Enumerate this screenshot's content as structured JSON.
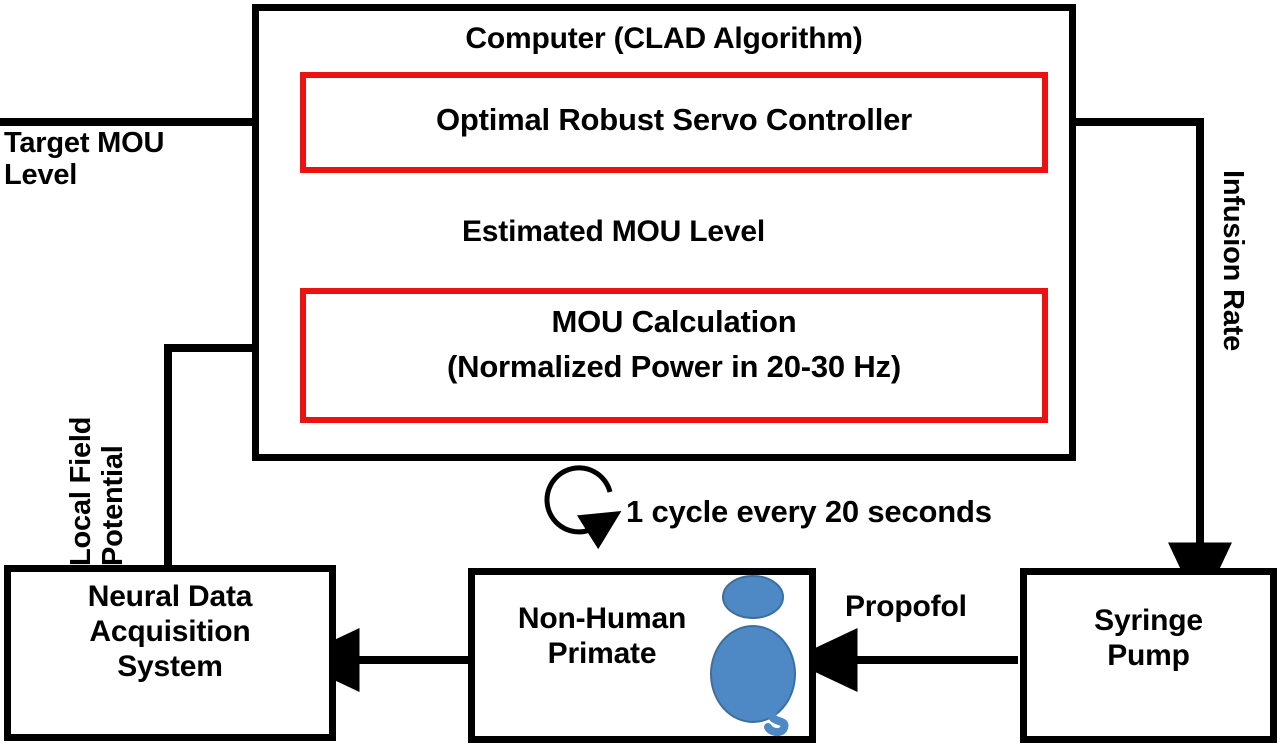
{
  "diagram": {
    "title_visible": false,
    "colors": {
      "stroke": "#000000",
      "highlight": "#ee1111",
      "primate_fill": "#4e89c6",
      "background": "#ffffff"
    },
    "boxes": {
      "computer": {
        "label": "Computer (CLAD Algorithm)"
      },
      "servo_controller": {
        "label": "Optimal Robust Servo Controller"
      },
      "mou_calculation": {
        "line1": "MOU Calculation",
        "line2": "(Normalized Power in 20-30 Hz)"
      },
      "neural_data": {
        "label": "Neural Data\nAcquisition\nSystem"
      },
      "non_human_primate": {
        "label": "Non-Human\nPrimate"
      },
      "syringe_pump": {
        "label": "Syringe\nPump"
      }
    },
    "edge_labels": {
      "target_mou": "Target MOU\nLevel",
      "estimated_mou": "Estimated MOU Level",
      "local_field_potential": "Local Field\nPotential",
      "infusion_rate": "Infusion Rate",
      "propofol": "Propofol",
      "cycle_note": "1 cycle every 20 seconds"
    },
    "icons": {
      "primate": "monkey-icon",
      "cycle": "circular-arrow-icon"
    }
  }
}
